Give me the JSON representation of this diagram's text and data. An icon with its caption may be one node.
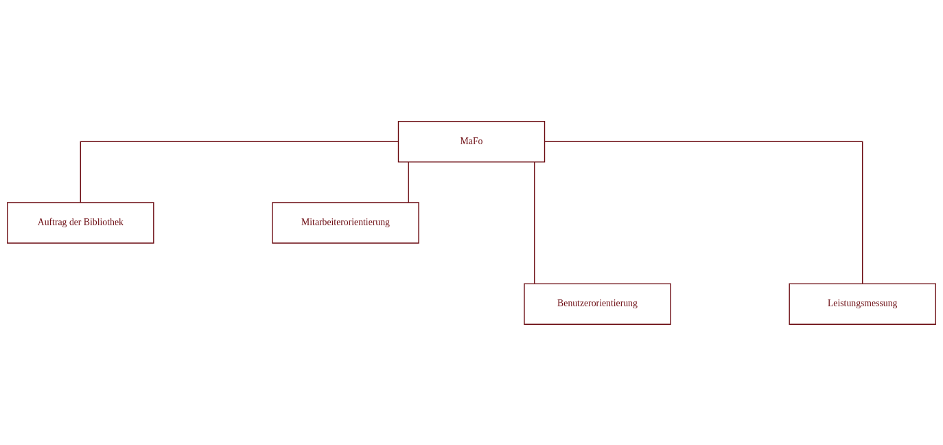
{
  "diagram": {
    "nodes": [
      {
        "text": [
          "MaFo"
        ]
      },
      {
        "text": [
          "Auftrag der Bibliothek"
        ]
      },
      {
        "text": [
          "Mitarbeiterorientierung"
        ]
      },
      {
        "text": [
          "Benutzerorientierung"
        ]
      },
      {
        "text": [
          "Leistungsmessung"
        ]
      }
    ],
    "edges": [
      {
        "from": 0,
        "to": 1,
        "arrow": "none"
      },
      {
        "from": 0,
        "to": 2,
        "arrow": "none"
      },
      {
        "from": 0,
        "to": 3,
        "arrow": "none"
      },
      {
        "from": 0,
        "to": 4,
        "arrow": "none"
      }
    ]
  }
}
